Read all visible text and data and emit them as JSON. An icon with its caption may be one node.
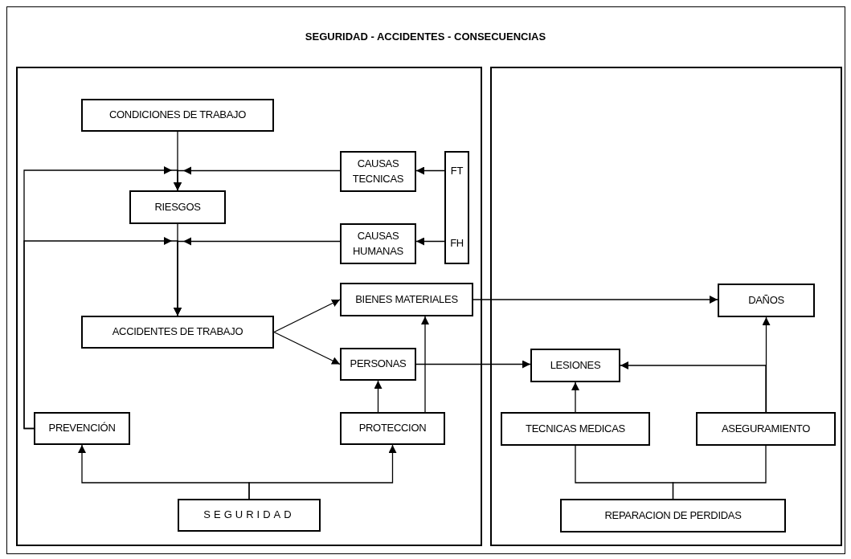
{
  "diagram": {
    "title": "SEGURIDAD - ACCIDENTES - CONSECUENCIAS",
    "nodes": [
      {
        "text": [],
        "shape": "box"
      },
      {
        "text": [],
        "shape": "box"
      },
      {
        "text": [
          "CONDICIONES DE TRABAJO"
        ],
        "in": 0
      },
      {
        "text": [
          "CAUSAS TECNICAS"
        ],
        "in": 0
      },
      {
        "text": [
          "FT",
          "FH"
        ],
        "in": 0
      },
      {
        "text": [
          "RIESGOS"
        ],
        "in": 0
      },
      {
        "text": [
          "CAUSAS HUMANAS"
        ],
        "in": 0
      },
      {
        "text": [
          "BIENES MATERIALES"
        ],
        "in": 0
      },
      {
        "text": [
          "ACCIDENTES DE TRABAJO"
        ],
        "in": 0
      },
      {
        "text": [
          "PERSONAS"
        ],
        "in": 0
      },
      {
        "text": [
          "PREVENCIÓN"
        ],
        "in": 0
      },
      {
        "text": [
          "PROTECCION"
        ],
        "in": 0
      },
      {
        "text": [
          "SEGURIDAD"
        ],
        "in": 0
      },
      {
        "text": [
          "DAÑOS"
        ],
        "in": 1
      },
      {
        "text": [
          "LESIONES"
        ],
        "in": 1
      },
      {
        "text": [
          "TECNICAS MEDICAS"
        ],
        "in": 1
      },
      {
        "text": [
          "ASEGURAMIENTO"
        ],
        "in": 1
      },
      {
        "text": [
          "REPARACION DE PERDIDAS"
        ],
        "in": 1
      }
    ],
    "edges": [
      {
        "from": 2,
        "to": 5,
        "arrow": "to"
      },
      {
        "from": 3,
        "to": 5,
        "arrow": "to"
      },
      {
        "from": 10,
        "to": 5,
        "arrow": "to"
      },
      {
        "from": 4,
        "to": 3,
        "arrow": "to"
      },
      {
        "from": 4,
        "to": 6,
        "arrow": "to"
      },
      {
        "from": 5,
        "to": 8,
        "arrow": "to"
      },
      {
        "from": 6,
        "to": 8,
        "arrow": "to"
      },
      {
        "from": 10,
        "to": 8,
        "arrow": "to"
      },
      {
        "from": 8,
        "to": 7,
        "arrow": "to"
      },
      {
        "from": 8,
        "to": 9,
        "arrow": "to"
      },
      {
        "from": 7,
        "to": 13,
        "arrow": "to"
      },
      {
        "from": 9,
        "to": 14,
        "arrow": "to"
      },
      {
        "from": 11,
        "to": 9,
        "arrow": "to"
      },
      {
        "from": 11,
        "to": 7,
        "arrow": "to"
      },
      {
        "from": 12,
        "to": 10,
        "arrow": "to"
      },
      {
        "from": 12,
        "to": 11,
        "arrow": "to"
      },
      {
        "from": 15,
        "to": 14,
        "arrow": "to"
      },
      {
        "from": 16,
        "to": 14,
        "arrow": "to"
      },
      {
        "from": 16,
        "to": 13,
        "arrow": "to"
      },
      {
        "from": 17,
        "to": 15,
        "arrow": "none"
      },
      {
        "from": 17,
        "to": 16,
        "arrow": "none"
      }
    ]
  }
}
